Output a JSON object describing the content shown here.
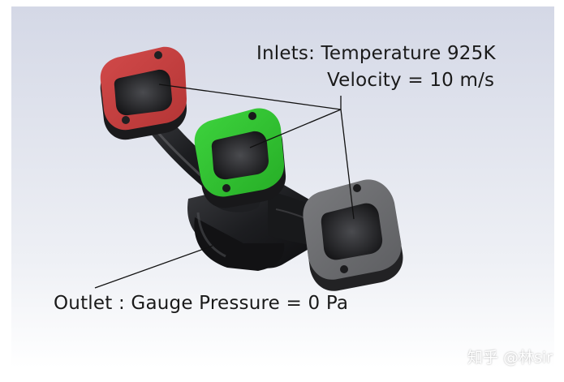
{
  "annotations": {
    "inlets_line1": "Inlets: Temperature 925K",
    "inlets_line2": "Velocity = 10 m/s",
    "outlet": "Outlet : Gauge Pressure = 0 Pa"
  },
  "watermark": "知乎 @林sir",
  "colors": {
    "background_top": "#d4d8e6",
    "background_bottom": "#ffffff",
    "manifold_body": "#202124",
    "inlet_left": "#c94343",
    "inlet_middle": "#33c533",
    "outlet_flange": "#6f7072",
    "leader_line": "#111111"
  }
}
